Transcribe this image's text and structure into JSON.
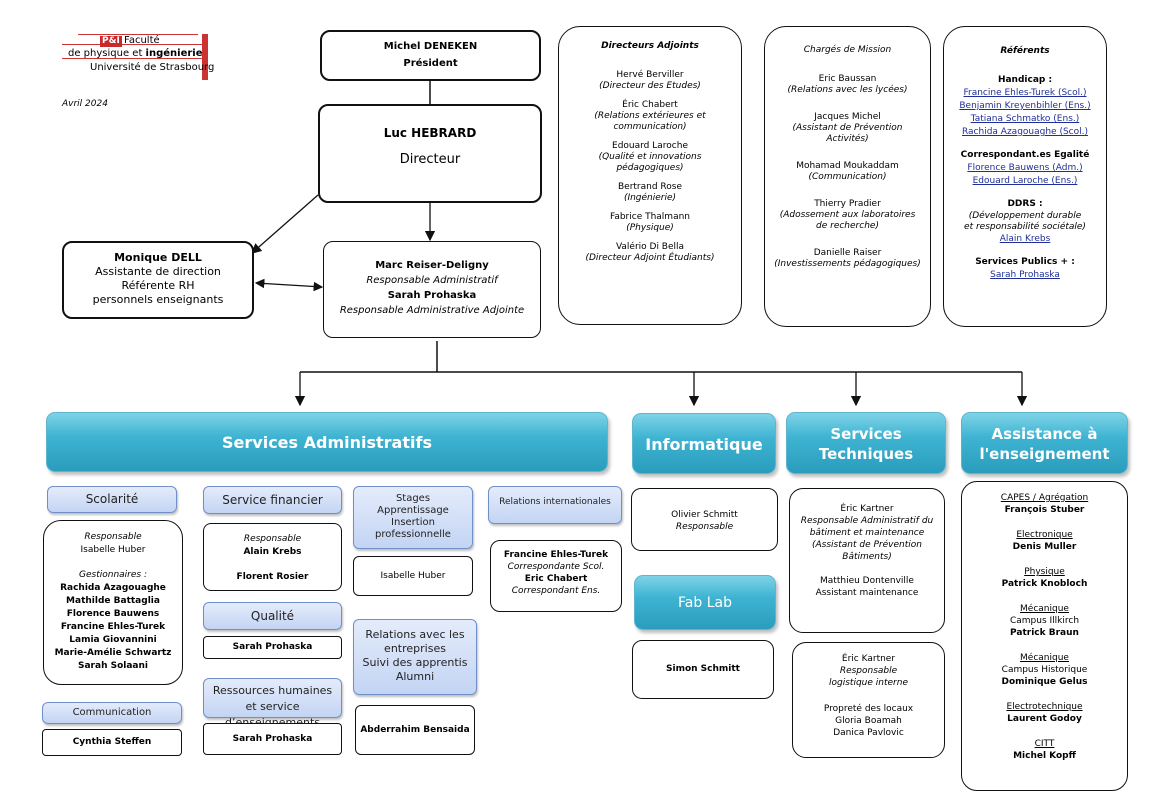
{
  "logo": {
    "mark": "P&I",
    "line1": "Faculté",
    "line2a": "de physique",
    "line2b": " et ",
    "line2c": "ingénierie",
    "line3": "Université de Strasbourg"
  },
  "date": "Avril 2024",
  "president": {
    "name": "Michel DENEKEN",
    "role": "Président"
  },
  "director": {
    "name": "Luc HEBRARD",
    "role": "Directeur"
  },
  "assistant": {
    "name": "Monique DELL",
    "role1": "Assistante de direction",
    "role2": "Référente RH personnels enseignants"
  },
  "admin": {
    "name1": "Marc Reiser-Deligny",
    "role1": "Responsable Administratif",
    "name2": "Sarah Prohaska",
    "role2": "Responsable Administrative Adjointe"
  },
  "directeurs_adjoints": {
    "title": "Directeurs Adjoints",
    "people": [
      {
        "name": "Hervé Berviller",
        "role": "(Directeur des Etudes)"
      },
      {
        "name": "Éric Chabert",
        "role": "(Relations extérieures et communication)"
      },
      {
        "name": "Edouard Laroche",
        "role": "(Qualité et innovations pédagogiques)"
      },
      {
        "name": "Bertrand Rose",
        "role": "(Ingénierie)"
      },
      {
        "name": "Fabrice Thalmann",
        "role": "(Physique)"
      },
      {
        "name": "Valério Di Bella",
        "role": "(Directeur Adjoint Étudiants)"
      }
    ]
  },
  "charges_mission": {
    "title": "Chargés de Mission",
    "people": [
      {
        "name": "Eric Baussan",
        "role": "(Relations avec les lycées)"
      },
      {
        "name": "Jacques Michel",
        "role": "(Assistant de Prévention Activités)"
      },
      {
        "name": "Mohamad Moukaddam",
        "role": "(Communication)"
      },
      {
        "name": "Thierry Pradier",
        "role": "(Adossement aux laboratoires de recherche)"
      },
      {
        "name": "Danielle Raiser",
        "role": "(Investissements pédagogiques)"
      }
    ]
  },
  "referents": {
    "title": "Référents",
    "handicap_title": "Handicap :",
    "handicap": [
      "Francine Ehles-Turek (Scol.)",
      "Benjamin Kreyenbihler (Ens.)",
      "Tatiana Schmatko (Ens.)",
      "Rachida Azagouaghe (Scol.)"
    ],
    "egalite_title": "Correspondant.es Egalité",
    "egalite": [
      "Florence Bauwens (Adm.)",
      "Edouard Laroche (Ens.)"
    ],
    "ddrs_title": "DDRS :",
    "ddrs_desc": "(Développement durable et responsabilité sociétale)",
    "ddrs_name": "Alain Krebs",
    "sp_title": "Services Publics + :",
    "sp_name": "Sarah Prohaska"
  },
  "services_admin": {
    "title": "Services Administratifs",
    "scolarite": {
      "title": "Scolarité",
      "resp_label": "Responsable",
      "resp": "Isabelle Huber",
      "gest_label": "Gestionnaires :",
      "gest": [
        "Rachida Azagouaghe",
        "Mathilde Battaglia",
        "Florence Bauwens",
        "Francine Ehles-Turek",
        "Lamia Giovannini",
        "Marie-Amélie Schwartz",
        "Sarah Solaani"
      ]
    },
    "communication": {
      "title": "Communication",
      "name": "Cynthia Steffen"
    },
    "financier": {
      "title": "Service financier",
      "resp_label": "Responsable",
      "resp": "Alain Krebs",
      "other": "Florent Rosier"
    },
    "qualite": {
      "title": "Qualité",
      "name": "Sarah Prohaska"
    },
    "rh": {
      "title": "Ressources humaines et service d’enseignements",
      "name": "Sarah Prohaska"
    },
    "stages": {
      "title_lines": [
        "Stages",
        "Apprentissage",
        "Insertion",
        "professionnelle"
      ],
      "name": "Isabelle Huber"
    },
    "entreprises": {
      "title_lines": [
        "Relations avec les",
        "entreprises",
        "Suivi des apprentis",
        "Alumni"
      ],
      "name": "Abderrahim Bensaida"
    },
    "intl": {
      "title": "Relations internationales",
      "name1": "Francine Ehles-Turek",
      "role1": "Correspondante Scol.",
      "name2": "Eric Chabert",
      "role2": "Correspondant Ens."
    }
  },
  "informatique": {
    "title": "Informatique",
    "name": "Olivier Schmitt",
    "role": "Responsable"
  },
  "fablab": {
    "title": "Fab Lab",
    "name": "Simon Schmitt"
  },
  "services_tech": {
    "title1": "Services",
    "title2": "Techniques",
    "box1": {
      "name": "Éric Kartner",
      "role": "Responsable Administratif du bâtiment et maintenance (Assistant de Prévention Bâtiments)",
      "name2": "Matthieu Dontenville",
      "role2": "Assistant maintenance"
    },
    "box2": {
      "name": "Éric Kartner",
      "role": "Responsable logistique interne",
      "sub": "Propreté des locaux",
      "names": [
        "Gloria Boamah",
        "Danica Pavlovic"
      ]
    }
  },
  "assistance": {
    "title1": "Assistance à",
    "title2": "l'enseignement",
    "sections": [
      {
        "label": "CAPES / Agrégation",
        "names": [
          "François Stuber"
        ]
      },
      {
        "label": "Electronique",
        "names": [
          "Denis Muller"
        ]
      },
      {
        "label": "Physique",
        "names": [
          "Patrick Knobloch"
        ]
      },
      {
        "label": "Mécanique",
        "names": [
          "Campus Illkirch",
          "Patrick Braun"
        ]
      },
      {
        "label": "Mécanique",
        "names": [
          "Campus Historique",
          "Dominique Gelus"
        ]
      },
      {
        "label": "Electrotechnique",
        "names": [
          "Laurent Godoy"
        ]
      },
      {
        "label": "CITT",
        "names": [
          "Michel Kopff"
        ]
      }
    ]
  },
  "colors": {
    "header": "#2a9cbd",
    "sub_box": "#c3d4f3",
    "link": "#1f2f99"
  }
}
